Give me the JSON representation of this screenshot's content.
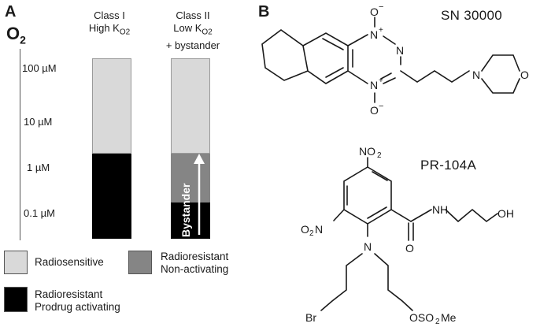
{
  "panelA": {
    "letter": "A",
    "axis": {
      "title": "O",
      "title_sub": "2",
      "ticks": [
        "100 µM",
        "10 µM",
        "1 µM",
        "0.1 µM"
      ]
    },
    "class1": {
      "line1": "Class I",
      "line2_main": "High K",
      "line2_sub": "O2"
    },
    "class2": {
      "line1": "Class II",
      "line2_main": "Low K",
      "line2_sub": "O2",
      "line3": "+ bystander"
    },
    "bystander_label": "Bystander",
    "legend": {
      "radiosensitive": "Radiosensitive",
      "non_activating_1": "Radioresistant",
      "non_activating_2": "Non-activating",
      "activating_1": "Radioresistant",
      "activating_2": "Prodrug activating"
    },
    "colors": {
      "light": "#d9d9d9",
      "mid": "#858585",
      "dark": "#000000"
    }
  },
  "panelB": {
    "letter": "B",
    "sn30000": {
      "name": "SN 30000",
      "atoms": {
        "n_plus_top": "N",
        "plus_top": "+",
        "o_minus_top": "O",
        "minus_top": "−",
        "n_ring": "N",
        "n_plus_bot": "N",
        "plus_bot": "+",
        "o_minus_bot": "O",
        "minus_bot": "−",
        "n_morph": "N",
        "o_morph": "O"
      }
    },
    "pr104a": {
      "name": "PR-104A",
      "atoms": {
        "no2_top_main": "NO",
        "no2_top_sub": "2",
        "no2_left_main": "O",
        "no2_left_sub": "2",
        "no2_left_n": "N",
        "o_carbonyl": "O",
        "nh": "N",
        "nh_h": "H",
        "n_amine": "N",
        "oh": "OH",
        "br": "Br",
        "oso2me_1": "OSO",
        "oso2me_sub": "2",
        "oso2me_2": "Me"
      }
    }
  }
}
